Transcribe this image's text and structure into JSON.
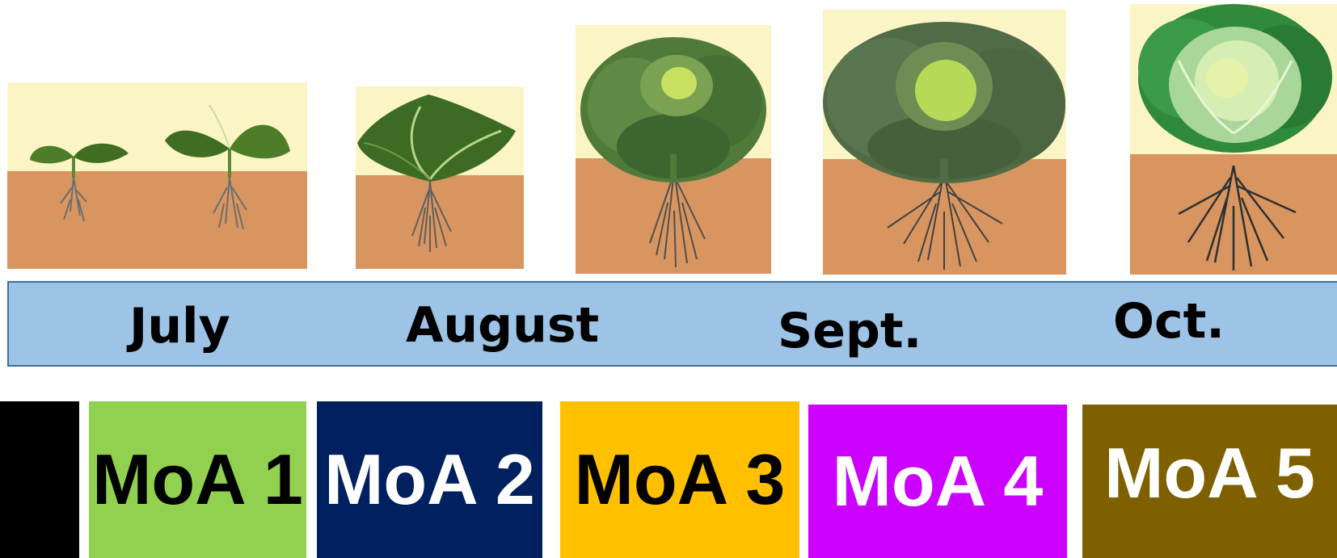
{
  "months": [
    {
      "label": "July"
    },
    {
      "label": "August"
    },
    {
      "label": "Sept."
    },
    {
      "label": "Oct."
    }
  ],
  "moa_blocks": [
    {
      "label": "",
      "color": "#000000",
      "text_color": "#ffffff"
    },
    {
      "label": "MoA 1",
      "color": "#92d050",
      "text_color": "#000000"
    },
    {
      "label": "MoA 2",
      "color": "#002060",
      "text_color": "#ffffff"
    },
    {
      "label": "MoA 3",
      "color": "#ffc000",
      "text_color": "#000000"
    },
    {
      "label": "MoA 4",
      "color": "#cc00ff",
      "text_color": "#ffffff"
    },
    {
      "label": "MoA 5",
      "color": "#7f6000",
      "text_color": "#ffffff"
    }
  ],
  "colors": {
    "sky": "#fbf5c6",
    "soil": "#d8955f",
    "timeline_band": "#9dc3e6",
    "timeline_border": "#41719c"
  },
  "stages": [
    {
      "icon": "two-seedlings-icon"
    },
    {
      "icon": "young-cabbage-icon"
    },
    {
      "icon": "heading-cabbage-icon"
    },
    {
      "icon": "large-cabbage-icon"
    },
    {
      "icon": "mature-cabbage-icon"
    }
  ]
}
